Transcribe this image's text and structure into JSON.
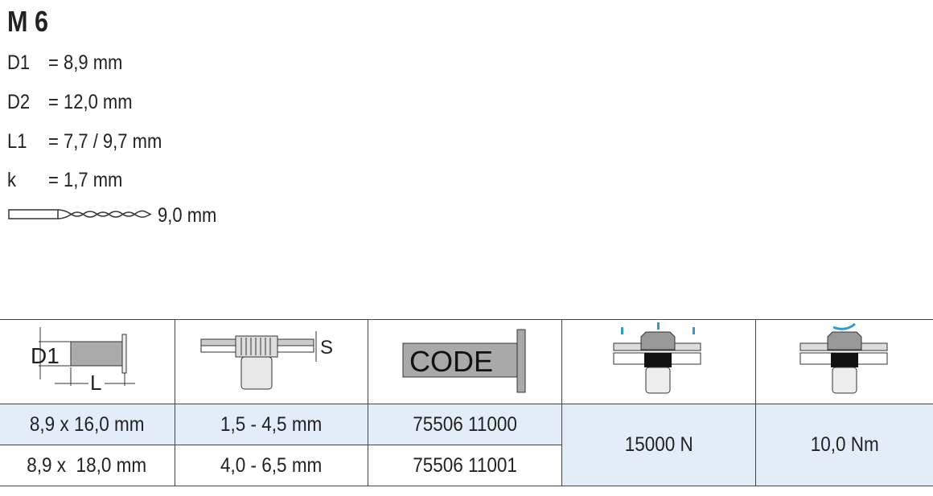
{
  "title": "M 6",
  "specs": [
    {
      "key": "D1",
      "value": "= 8,9 mm"
    },
    {
      "key": "D2",
      "value": "= 12,0 mm"
    },
    {
      "key": "L1",
      "value": "= 7,7 / 9,7 mm"
    },
    {
      "key": "k",
      "value": "= 1,7 mm"
    }
  ],
  "drill": {
    "icon": "drill-bit-icon",
    "value": "9,0 mm"
  },
  "table": {
    "header_icons": {
      "dimensions": {
        "d_label": "D1",
        "l_label": "L"
      },
      "grip": {
        "s_label": "S"
      },
      "code": {
        "label": "CODE"
      },
      "pull_force": "pull-force-icon",
      "torque": "torque-icon"
    },
    "rows": [
      {
        "size": "8,9 x 16,0 mm",
        "grip": "1,5 - 4,5 mm",
        "code": "75506 11000"
      },
      {
        "size": "8,9 x  18,0 mm",
        "grip": "4,0 - 6,5 mm",
        "code": "75506 11001"
      }
    ],
    "force": "15000 N",
    "torque": "10,0 Nm"
  },
  "colors": {
    "highlight": "#e2edf8",
    "accent": "#2a9bd6"
  }
}
